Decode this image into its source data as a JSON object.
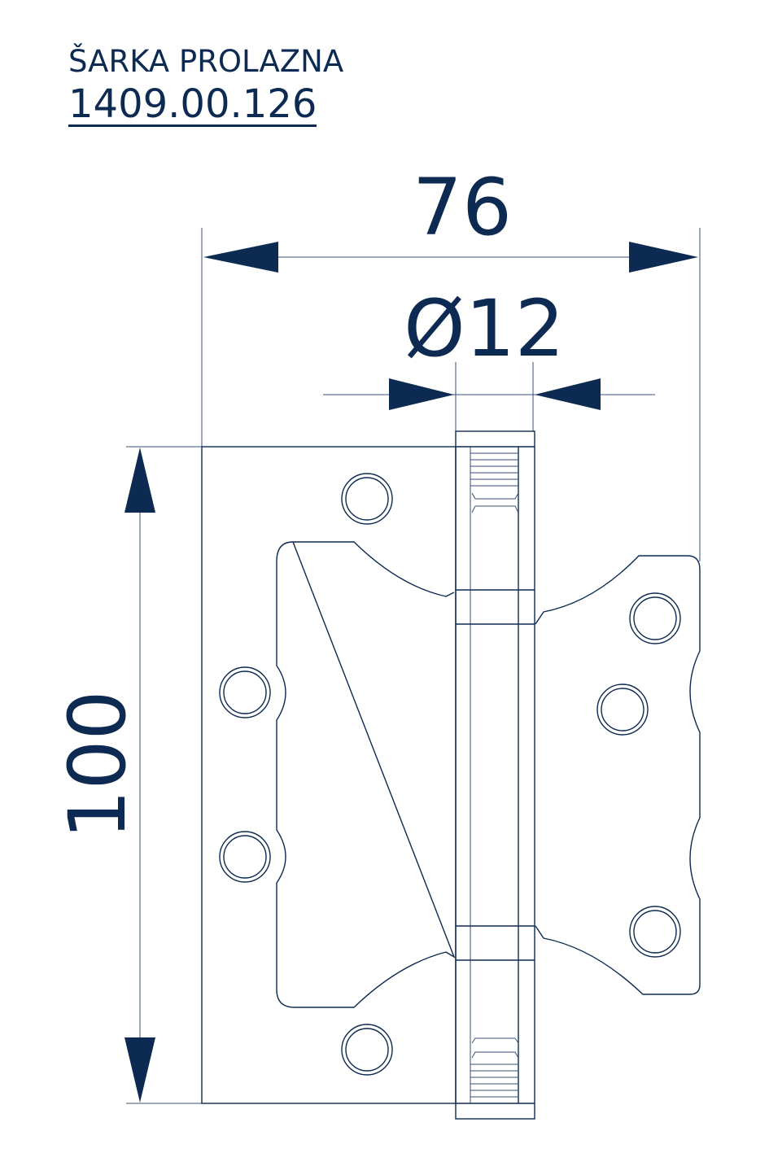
{
  "title": "ŠARKA PROLAZNA",
  "code": "1409.00.126",
  "dimensions": {
    "width": "76",
    "diameter": "Ø12",
    "height": "100"
  },
  "colors": {
    "line": "#0d2a52"
  }
}
